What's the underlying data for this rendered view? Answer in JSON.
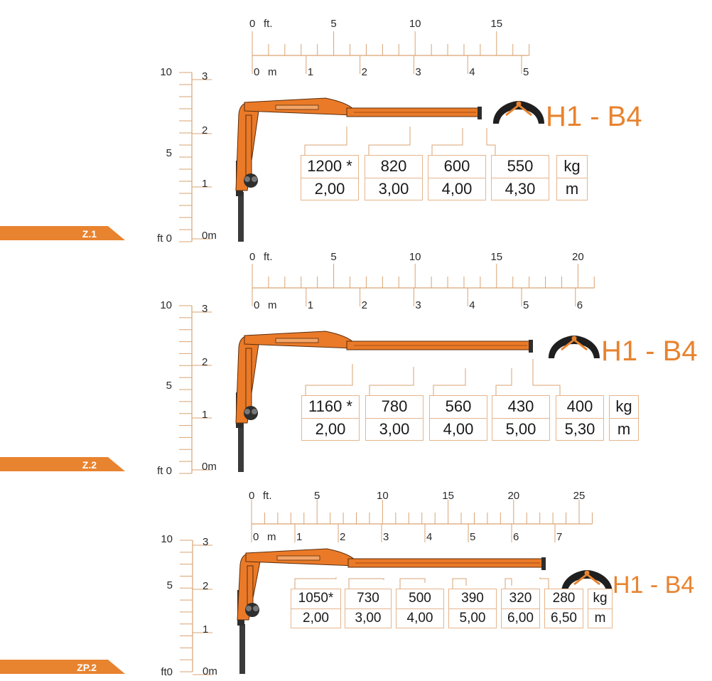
{
  "colors": {
    "accent": "#e8832f",
    "boom": "#ea7a28",
    "dark": "#2b2b2b",
    "grid": "#e6b58c"
  },
  "panels": [
    {
      "tag": "Z.1",
      "title": "H1 - B4",
      "ft_unit": "ft.",
      "m_unit": "m",
      "ft_ticks": [
        "0",
        "5",
        "10",
        "15"
      ],
      "m_ticks": [
        "0",
        "1",
        "2",
        "3",
        "4",
        "5"
      ],
      "v_ft_labels": [
        "10",
        "5",
        "ft 0"
      ],
      "v_m_labels": [
        "3",
        "2",
        "1",
        "0m"
      ],
      "capacities": [
        "1200 *",
        "820",
        "600",
        "550"
      ],
      "reaches": [
        "2,00",
        "3,00",
        "4,00",
        "4,30"
      ],
      "unit_weight": "kg",
      "unit_reach": "m"
    },
    {
      "tag": "Z.2",
      "title": "H1 - B4",
      "ft_unit": "ft.",
      "m_unit": "m",
      "ft_ticks": [
        "0",
        "5",
        "10",
        "15",
        "20"
      ],
      "m_ticks": [
        "0",
        "1",
        "2",
        "3",
        "4",
        "5",
        "6"
      ],
      "v_ft_labels": [
        "10",
        "5",
        "ft 0"
      ],
      "v_m_labels": [
        "3",
        "2",
        "1",
        "0m"
      ],
      "capacities": [
        "1160 *",
        "780",
        "560",
        "430",
        "400"
      ],
      "reaches": [
        "2,00",
        "3,00",
        "4,00",
        "5,00",
        "5,30"
      ],
      "unit_weight": "kg",
      "unit_reach": "m"
    },
    {
      "tag": "ZP.2",
      "title": "H1 - B4",
      "ft_unit": "ft.",
      "m_unit": "m",
      "ft_ticks": [
        "0",
        "5",
        "10",
        "15",
        "20",
        "25"
      ],
      "m_ticks": [
        "0",
        "1",
        "2",
        "3",
        "4",
        "5",
        "6",
        "7"
      ],
      "v_ft_labels": [
        "10",
        "5",
        "ft0"
      ],
      "v_m_labels": [
        "3",
        "2",
        "1",
        "0m"
      ],
      "capacities": [
        "1050*",
        "730",
        "500",
        "390",
        "320",
        "280"
      ],
      "reaches": [
        "2,00",
        "3,00",
        "4,00",
        "5,00",
        "6,00",
        "6,50"
      ],
      "unit_weight": "kg",
      "unit_reach": "m"
    }
  ]
}
